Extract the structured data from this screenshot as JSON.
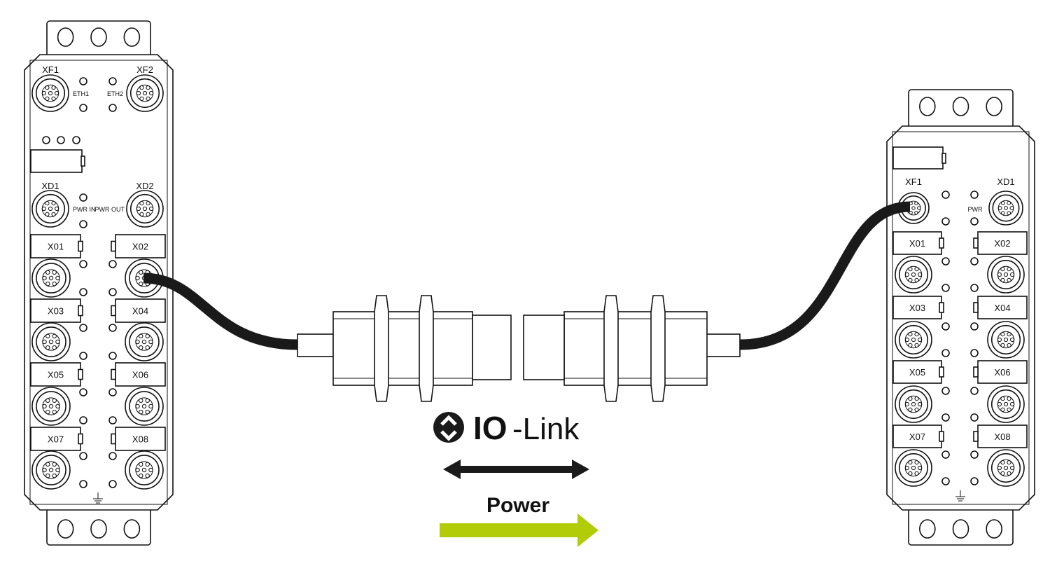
{
  "left_module": {
    "top_ports": [
      {
        "label": "XF1",
        "led_label": "ETH1"
      },
      {
        "label": "XF2",
        "led_label": "ETH2"
      }
    ],
    "power_ports": [
      {
        "label": "XD1",
        "led_label": "PWR IN"
      },
      {
        "label": "XD2",
        "led_label": "PWR OUT"
      }
    ],
    "io_ports": [
      "X01",
      "X02",
      "X03",
      "X04",
      "X05",
      "X06",
      "X07",
      "X08"
    ]
  },
  "right_module": {
    "top_ports": [
      {
        "label": "XF1"
      },
      {
        "label": "XD1",
        "led_label": "PWR"
      }
    ],
    "io_ports": [
      "X01",
      "X02",
      "X03",
      "X04",
      "X05",
      "X06",
      "X07",
      "X08"
    ]
  },
  "legend": {
    "iolink_bold": "IO",
    "iolink_rest": "-Link",
    "power_label": "Power",
    "power_color": "#b2cc0a",
    "iolink_color": "#1a1a1a"
  }
}
